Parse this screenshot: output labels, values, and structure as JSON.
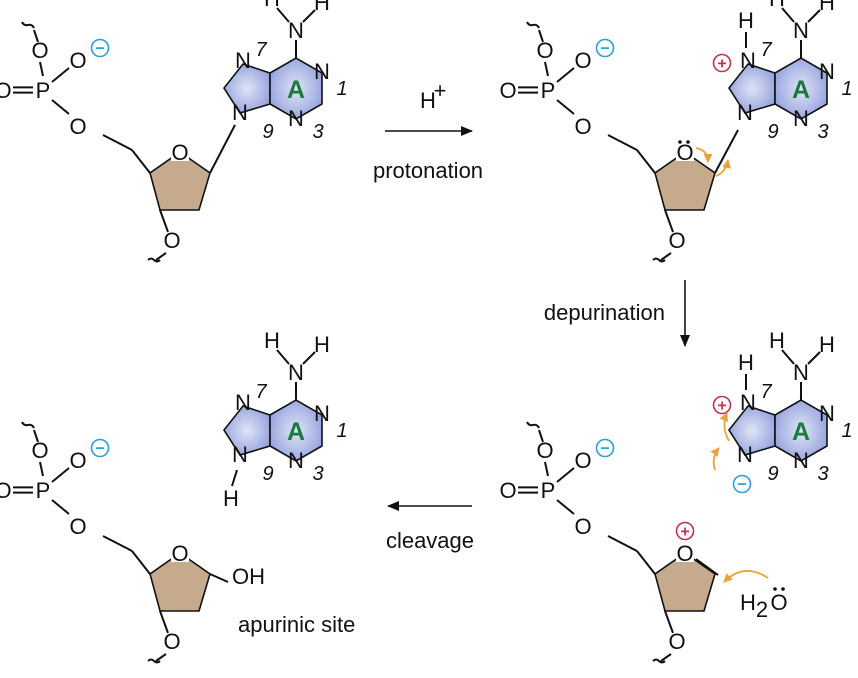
{
  "labels": {
    "protonation_reagent": "H",
    "protonation_reagent_sup": "+",
    "protonation": "protonation",
    "depurination": "depurination",
    "cleavage": "cleavage",
    "apurinic_site": "apurinic site",
    "water_h": "H",
    "water_sub": "2",
    "water_o": "O",
    "oh_group": "OH"
  },
  "atoms": {
    "O": "O",
    "P": "P",
    "N": "N",
    "H": "H",
    "base_letter": "A"
  },
  "ring_numbers": {
    "n1": "1",
    "n3": "3",
    "n7": "7",
    "n9": "9"
  },
  "charges": {
    "negative": "−",
    "positive": "+"
  },
  "colors": {
    "purine_fill": "#a9b5e4",
    "sugar_fill": "#c5aa8d",
    "base_letter": "#1e7a3c",
    "negative_charge": "#2aa0d8",
    "positive_charge": "#c0334d",
    "protonated_n": "#b02a3d",
    "curly_arrow": "#e8a43a"
  }
}
